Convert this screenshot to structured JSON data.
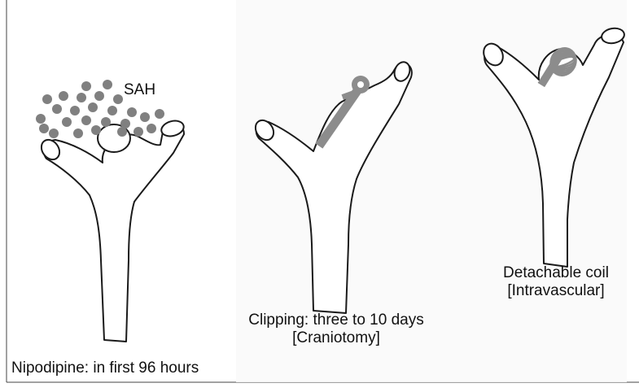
{
  "panels": {
    "sah": {
      "label": "SAH",
      "caption": "Nipodipine: in first 96 hours"
    },
    "clipping": {
      "caption_line1": "Clipping: three to 10 days",
      "caption_line2": "[Craniotomy]"
    },
    "coil": {
      "caption_line1": "Detachable coil",
      "caption_line2": "[Intravascular]"
    }
  },
  "colors": {
    "stroke": "#1a1a1a",
    "blood_dots": "#808080",
    "clip": "#8c8c8c",
    "coil": "#8c8c8c",
    "background_text": "#dadada"
  }
}
